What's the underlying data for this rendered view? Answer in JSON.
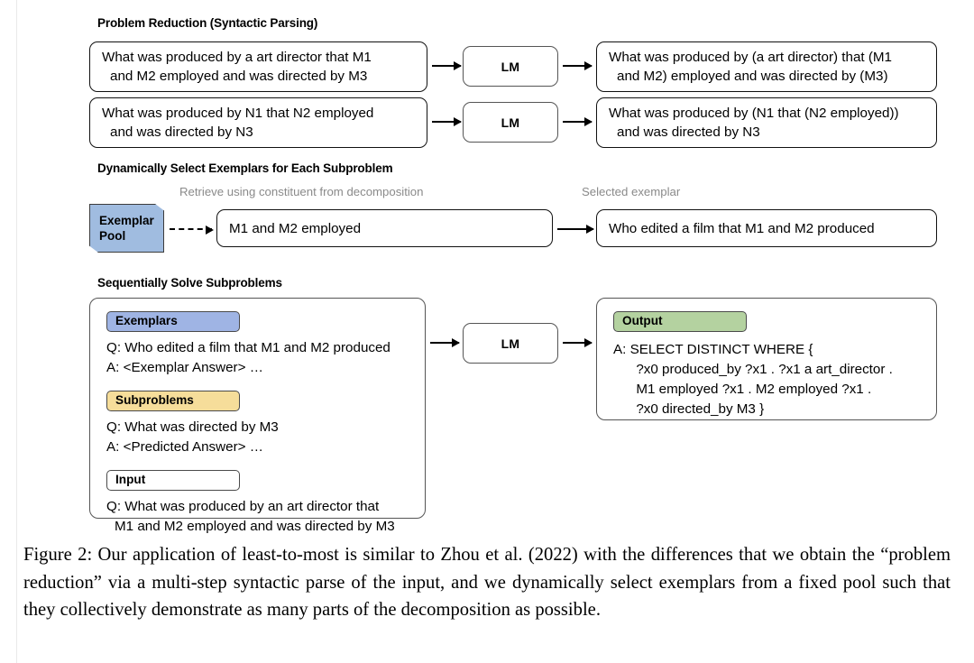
{
  "figure": {
    "caption": "Figure 2: Our application of least-to-most is similar to Zhou et al. (2022) with the differences that we obtain the “problem reduction” via a multi-step syntactic parse of the input, and we dynamically select exemplars from a fixed pool such that they collectively demonstrate as many parts of the decomposition as possible."
  },
  "sections": {
    "problem_reduction": {
      "title": "Problem Reduction (Syntactic Parsing)",
      "rows": [
        {
          "input": "What was produced by a art director that M1\nand M2 employed and was directed by M3",
          "model": "LM",
          "output": "What was produced by (a art director) that (M1\nand M2) employed and was directed by (M3)"
        },
        {
          "input": "What was produced by N1 that N2 employed\nand was directed by N3",
          "model": "LM",
          "output": "What was produced by (N1 that (N2 employed))\nand was directed by N3"
        }
      ]
    },
    "dynamic_select": {
      "title": "Dynamically Select Exemplars for Each Subproblem",
      "pool_label_line1": "Exemplar",
      "pool_label_line2": "Pool",
      "retrieve_caption": "Retrieve using constituent from decomposition",
      "constituent": "M1 and M2 employed",
      "selected_caption": "Selected exemplar",
      "selected_exemplar": "Who edited a film that M1 and M2 produced"
    },
    "sequential_solve": {
      "title": "Sequentially Solve Subproblems",
      "prompt_panel": {
        "blocks": [
          {
            "badge": "Exemplars",
            "badge_style": "exemplars",
            "question": "Q: Who edited a film that M1 and M2 produced",
            "answer": "A: <Exemplar Answer> …"
          },
          {
            "badge": "Subproblems",
            "badge_style": "subproblems",
            "question": "Q: What was directed by M3",
            "answer": "A: <Predicted Answer> …"
          },
          {
            "badge": "Input",
            "badge_style": "input",
            "question": "Q: What was produced by an art director that\nM1 and M2 employed and was directed by M3",
            "answer": ""
          }
        ]
      },
      "model": "LM",
      "output_panel": {
        "badge": "Output",
        "badge_style": "output",
        "text": "A: SELECT DISTINCT WHERE {\n      ?x0 produced_by ?x1 . ?x1 a art_director .\n      M1 employed ?x1 . M2 employed ?x1 .\n      ?x0 directed_by M3 }"
      }
    }
  },
  "colors": {
    "exemplar_blue": "#9fb4e4",
    "pool_blue": "#a0bce0",
    "subproblem_yellow": "#f6dd9a",
    "output_green": "#b4d2a0",
    "stroke": "#555555",
    "caption_grey": "#8a8a8a"
  }
}
